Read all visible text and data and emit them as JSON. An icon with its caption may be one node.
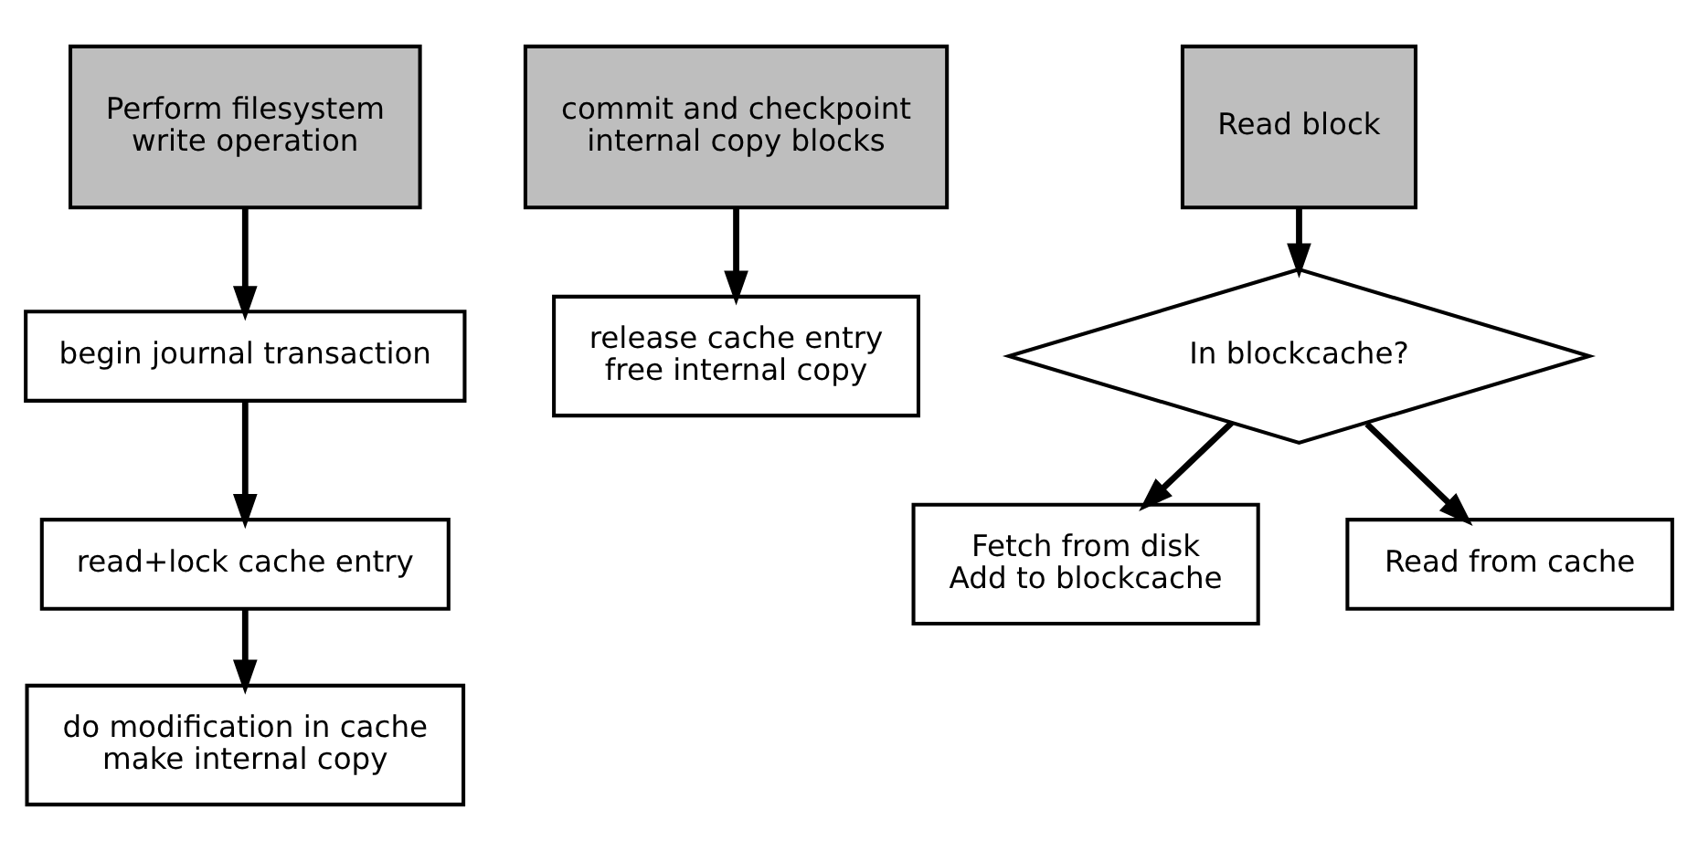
{
  "diagram": {
    "nodes": [
      {
        "text": [
          "Perform filesystem write operation"
        ]
      },
      {
        "text": [
          "begin journal transaction"
        ]
      },
      {
        "text": [
          "read+lock cache entry"
        ]
      },
      {
        "text": [
          "do modification in cache make internal copy"
        ]
      },
      {
        "text": [
          "commit and checkpoint internal copy blocks"
        ]
      },
      {
        "text": [
          "release cache entry free internal copy"
        ]
      },
      {
        "text": [
          "Read block"
        ]
      },
      {
        "text": [
          "In blockcache?"
        ]
      },
      {
        "text": [
          "Fetch from disk Add to blockcache"
        ]
      },
      {
        "text": [
          "Read from cache"
        ]
      }
    ],
    "edges": [
      {
        "from": 0,
        "to": 1,
        "arrow": "to"
      },
      {
        "from": 1,
        "to": 2,
        "arrow": "to"
      },
      {
        "from": 2,
        "to": 3,
        "arrow": "to"
      },
      {
        "from": 4,
        "to": 5,
        "arrow": "to"
      },
      {
        "from": 6,
        "to": 7,
        "arrow": "to"
      },
      {
        "from": 7,
        "to": 8,
        "arrow": "to"
      },
      {
        "from": 7,
        "to": 9,
        "arrow": "to"
      }
    ]
  }
}
